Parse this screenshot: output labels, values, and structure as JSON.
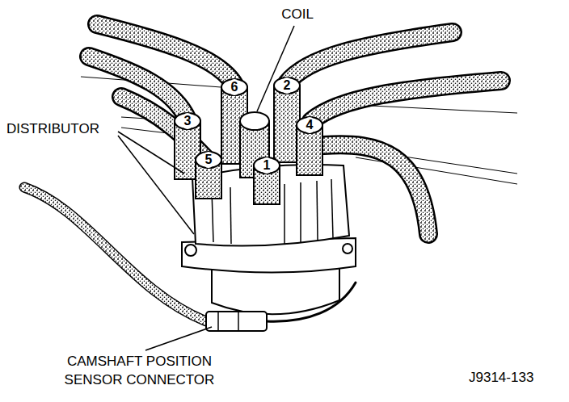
{
  "diagram": {
    "labels": [
      "COIL",
      "6",
      "2",
      "DISTRIBUTOR",
      "3",
      "4",
      "5",
      "1",
      "CAMSHAFT POSITION SENSOR CONNECTOR",
      "J9314-133"
    ]
  }
}
